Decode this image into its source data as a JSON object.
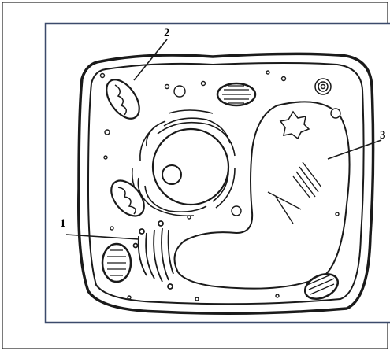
{
  "diagram": {
    "labels": [
      {
        "id": "label-1",
        "text": "1",
        "target": "golgi-apparatus"
      },
      {
        "id": "label-2",
        "text": "2",
        "target": "mitochondrion"
      },
      {
        "id": "label-3",
        "text": "3",
        "target": "central-vacuole"
      }
    ],
    "colors": {
      "frame": "#3b4a6b",
      "stroke": "#1a1a1a",
      "fill": "#ffffff"
    }
  }
}
